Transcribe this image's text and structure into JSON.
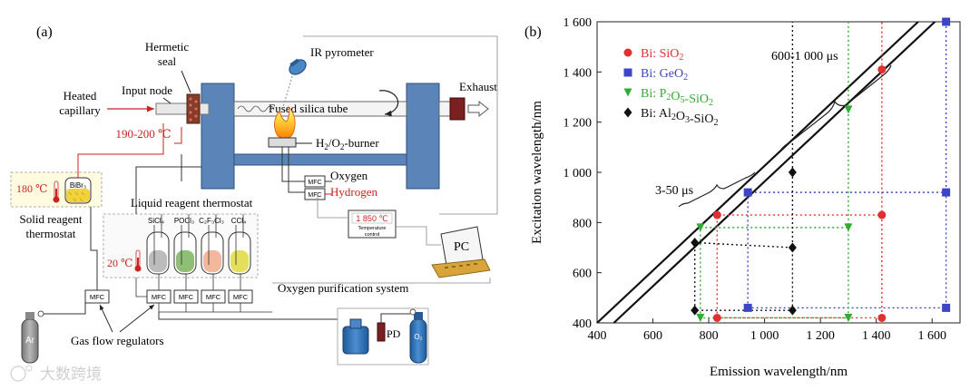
{
  "panel_a": {
    "label": "(a)",
    "hermetic_seal_1": "Hermetic",
    "hermetic_seal_2": "seal",
    "ir_pyrometer": "IR pyrometer",
    "input_node": "Input node",
    "heated_capillary_1": "Heated",
    "heated_capillary_2": "capillary",
    "temp_capillary": "190-200 ℃",
    "exhaust": "Exhaust",
    "fused_silica_tube": "Fused silica tube",
    "burner_prefix": "H",
    "burner_sub1": "2",
    "burner_mid": "/O",
    "burner_sub2": "2",
    "burner_suffix": "-burner",
    "oxygen": "Oxygen",
    "hydrogen": "Hydrogen",
    "mfc": "MFC",
    "temp_solid": "180 ℃",
    "bibr3": "BiBr₃",
    "solid_thermostat_1": "Solid reagent",
    "solid_thermostat_2": "thermostat",
    "liquid_thermostat": "Liquid reagent thermostat",
    "temp_liquid": "20 ℃",
    "reagents": [
      "SiCl₄",
      "POCl₃",
      "C₂F₃Cl₃",
      "CCl₄"
    ],
    "temp_control_value": "1 850 ℃",
    "temp_control_1": "Temperature",
    "temp_control_2": "control",
    "pc": "PC",
    "oxygen_purification": "Oxygen purification system",
    "gas_flow_regulators": "Gas flow regulators",
    "pd": "PD",
    "ar": "Ar",
    "o2": "O₂"
  },
  "panel_b": {
    "label": "(b)",
    "annot_short": "3-50 μs",
    "annot_long": "600-1 000 μs"
  },
  "watermark": "大数跨境",
  "chart_data": {
    "type": "scatter",
    "xlabel": "Emission wavelength/nm",
    "ylabel": "Excitation wavelength/nm",
    "xlim": [
      400,
      1700
    ],
    "ylim": [
      400,
      1600
    ],
    "x_ticks": [
      400,
      600,
      800,
      1000,
      1200,
      1400,
      1600
    ],
    "y_ticks": [
      400,
      600,
      800,
      1000,
      1200,
      1400,
      1600
    ],
    "x_tick_labels": [
      "400",
      "600",
      "800",
      "1 000",
      "1 200",
      "1 400",
      "1 600"
    ],
    "y_tick_labels": [
      "400",
      "600",
      "800",
      "1 000",
      "1 200",
      "1 400",
      "1 600"
    ],
    "legend_position": "top-left",
    "series": [
      {
        "name": "Bi: SiO2",
        "color": "#e03030",
        "marker": "circle",
        "points": [
          [
            830,
            830
          ],
          [
            1420,
            830
          ],
          [
            1420,
            1410
          ],
          [
            830,
            420
          ],
          [
            1420,
            420
          ]
        ]
      },
      {
        "name": "Bi: GeO2",
        "color": "#3b45c8",
        "marker": "square",
        "points": [
          [
            940,
            920
          ],
          [
            1650,
            920
          ],
          [
            1650,
            1600
          ],
          [
            940,
            460
          ],
          [
            1650,
            460
          ]
        ]
      },
      {
        "name": "Bi: P2O5-SiO2",
        "color": "#33aa33",
        "marker": "triangle",
        "points": [
          [
            770,
            780
          ],
          [
            1300,
            780
          ],
          [
            1300,
            1250
          ],
          [
            770,
            420
          ],
          [
            1300,
            420
          ]
        ]
      },
      {
        "name": "Bi: Al2O3-SiO2",
        "color": "#111111",
        "marker": "diamond",
        "points": [
          [
            750,
            720
          ],
          [
            1100,
            700
          ],
          [
            1100,
            1000
          ],
          [
            750,
            450
          ],
          [
            1100,
            450
          ]
        ]
      }
    ]
  }
}
